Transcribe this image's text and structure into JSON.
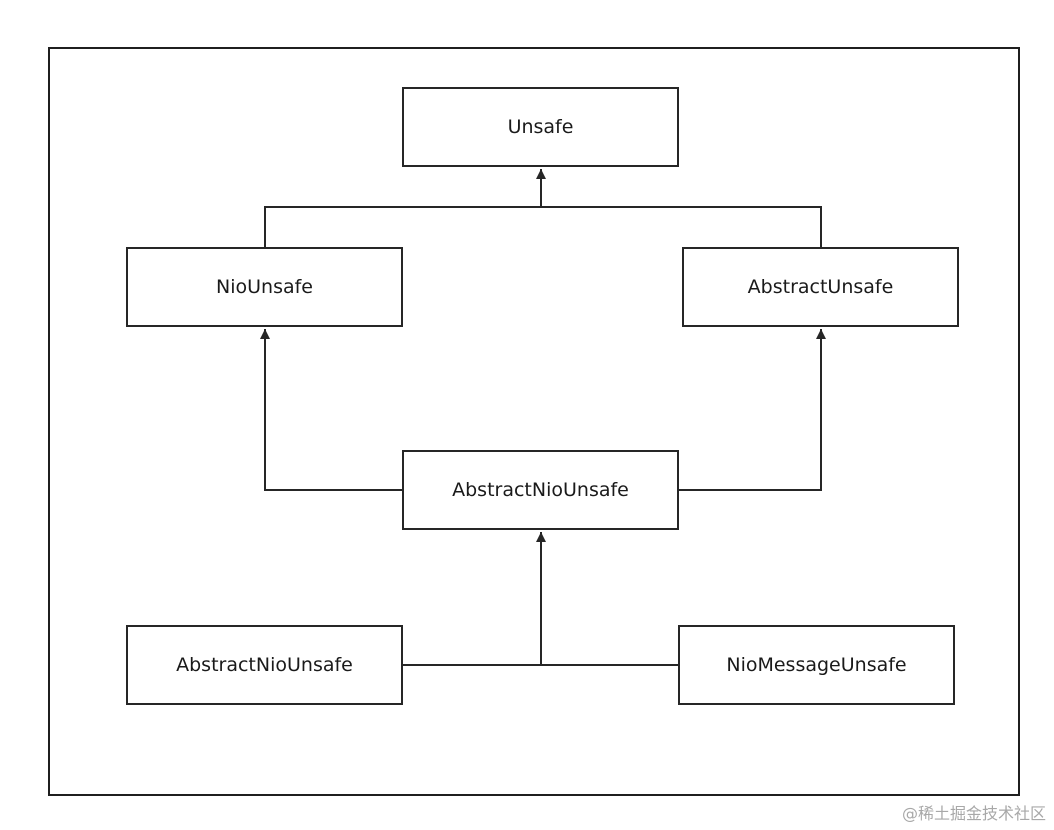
{
  "diagram": {
    "nodes": {
      "unsafe": "Unsafe",
      "nio_unsafe": "NioUnsafe",
      "abstract_unsafe": "AbstractUnsafe",
      "abstract_nio_unsafe": "AbstractNioUnsafe",
      "bottom_left": "AbstractNioUnsafe",
      "bottom_right": "NioMessageUnsafe"
    }
  },
  "watermark": "@稀土掘金技术社区",
  "colors": {
    "line": "#262626",
    "frame": "#1f1f1f",
    "background": "#ffffff"
  }
}
